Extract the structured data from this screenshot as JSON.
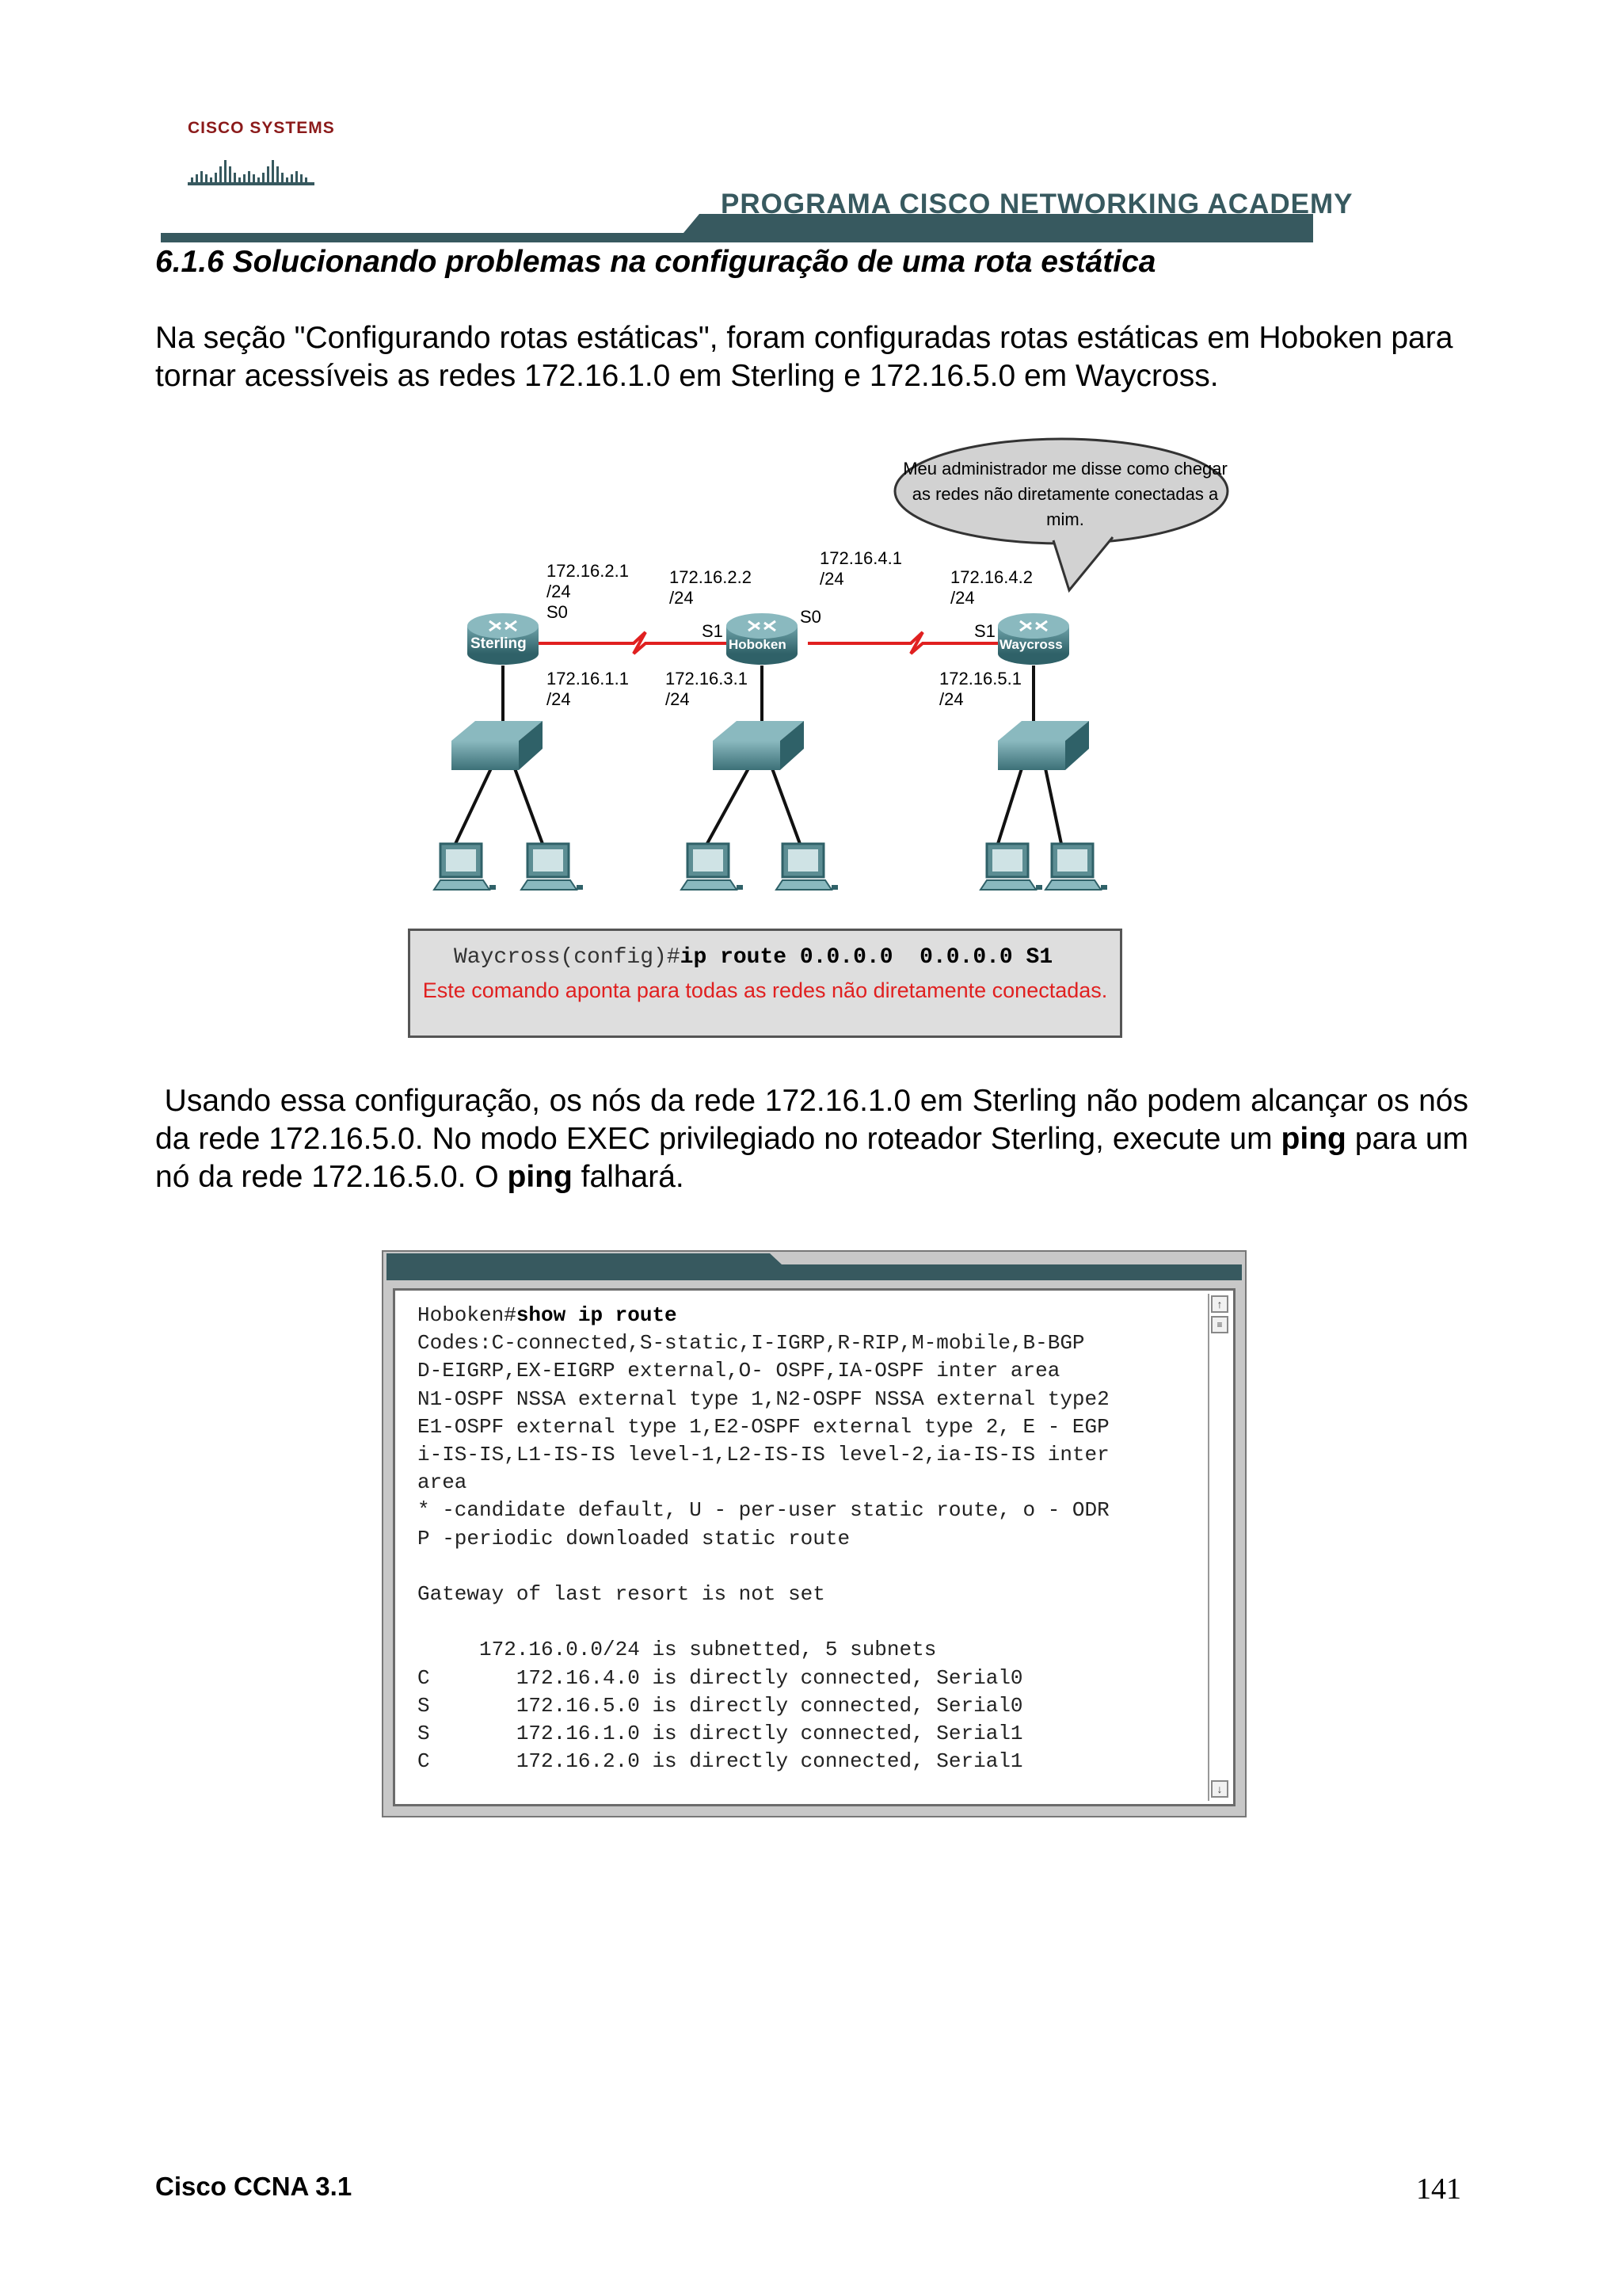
{
  "header": {
    "logo_text": "CISCO SYSTEMS",
    "academy_text": "PROGRAMA CISCO NETWORKING ACADEMY"
  },
  "section": {
    "title": "6.1.6 Solucionando problemas na configuração de uma rota estática",
    "intro": "Na seção \"Configurando rotas estáticas\", foram configuradas rotas estáticas em Hoboken para tornar acessíveis as redes 172.16.1.0 em Sterling e 172.16.5.0 em Waycross.",
    "para2_start": "Usando essa configuração, os nós da rede 172.16.1.0 em Sterling não podem alcançar os nós da rede 172.16.5.0. No modo EXEC privilegiado no roteador Sterling, execute um ",
    "para2_bold1": "ping",
    "para2_mid": " para um nó da rede 172.16.5.0. O ",
    "para2_bold2": "ping",
    "para2_end": " falhará."
  },
  "diagram": {
    "bubble": "Meu administrador me disse como chegar as redes não diretamente conectadas a mim.",
    "routers": [
      "Sterling",
      "Hoboken",
      "Waycross"
    ],
    "labels": {
      "sterling_s0": "172.16.2.1\n/24\nS0",
      "hoboken_s1": "172.16.2.2\n/24",
      "hoboken_s0": "172.16.4.1\n/24",
      "waycross_s1": "172.16.4.2\n/24",
      "iface_s1_left": "S1",
      "iface_s0_right": "S0",
      "iface_s1_right": "S1",
      "sterling_e0": "172.16.1.1\n/24",
      "hoboken_e0": "172.16.3.1\n/24",
      "waycross_e0": "172.16.5.1\n/24"
    }
  },
  "command_box": {
    "prompt": "Waycross(config)#",
    "command": "ip route 0.0.0.0  0.0.0.0 S1",
    "note": "Este comando aponta para todas as redes não diretamente conectadas."
  },
  "terminal": {
    "prompt": "Hoboken#",
    "command": "show ip route",
    "lines": [
      "Codes:C-connected,S-static,I-IGRP,R-RIP,M-mobile,B-BGP",
      "D-EIGRP,EX-EIGRP external,O- OSPF,IA-OSPF inter area",
      "N1-OSPF NSSA external type 1,N2-OSPF NSSA external type2",
      "E1-OSPF external type 1,E2-OSPF external type 2, E - EGP",
      "i-IS-IS,L1-IS-IS level-1,L2-IS-IS level-2,ia-IS-IS inter",
      "area",
      "* -candidate default, U - per-user static route, o - ODR",
      "P -periodic downloaded static route",
      "",
      "Gateway of last resort is not set",
      "",
      "     172.16.0.0/24 is subnetted, 5 subnets",
      "C       172.16.4.0 is directly connected, Serial0",
      "S       172.16.5.0 is directly connected, Serial0",
      "S       172.16.1.0 is directly connected, Serial1",
      "C       172.16.2.0 is directly connected, Serial1"
    ]
  },
  "footer": {
    "left": "Cisco CCNA 3.1",
    "page": "141"
  }
}
